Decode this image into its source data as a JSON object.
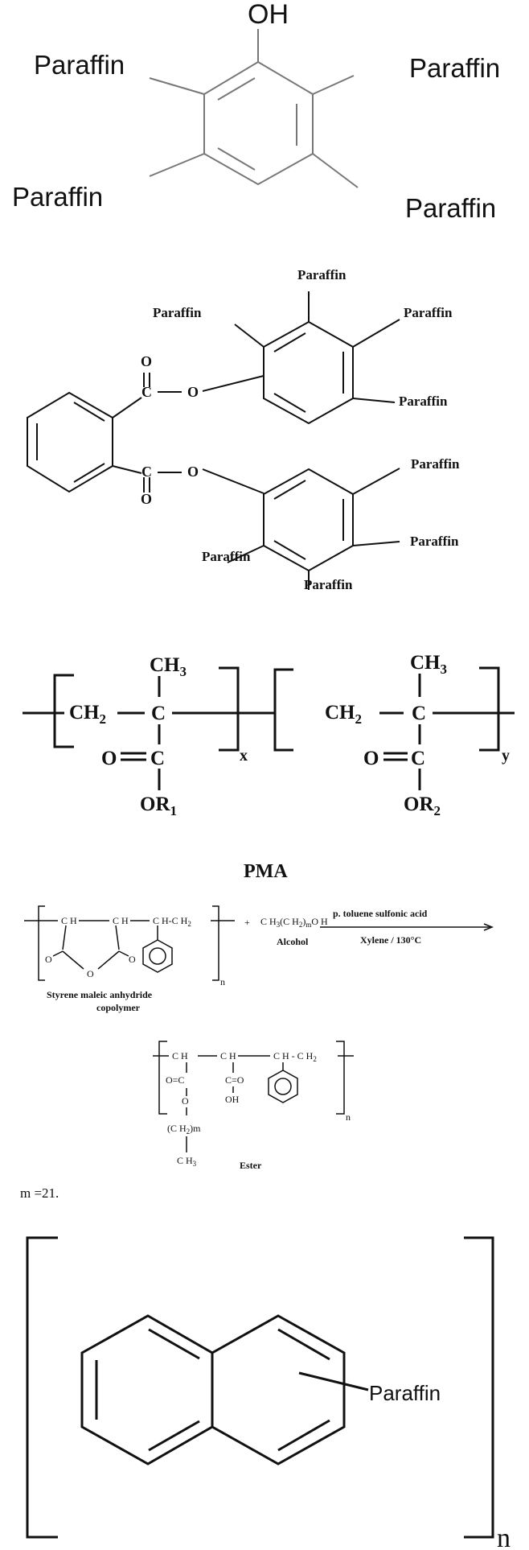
{
  "phenol": {
    "oh": "OH",
    "paraffin_top_left": "Paraffin",
    "paraffin_top_right": "Paraffin",
    "paraffin_bottom_left": "Paraffin",
    "paraffin_bottom_right": "Paraffin"
  },
  "phthalate": {
    "upper_ring": {
      "top": "Paraffin",
      "left": "Paraffin",
      "right": "Paraffin",
      "lower_right": "Paraffin"
    },
    "lower_ring": {
      "upper_right": "Paraffin",
      "right": "Paraffin",
      "left": "Paraffin",
      "bottom": "Paraffin"
    },
    "o_upper_carbonyl": "O",
    "c_upper": "C",
    "o_upper_ester": "O",
    "c_lower": "C",
    "o_lower_ester": "O",
    "o_lower_carbonyl": "O"
  },
  "pma": {
    "unit1": {
      "ch2": "CH",
      "ch2_sub": "2",
      "ch3": "CH",
      "ch3_sub": "3",
      "c_center": "C",
      "o_double": "O",
      "c_carbonyl": "C",
      "or": "OR",
      "or_sub": "1",
      "subscript": "x"
    },
    "unit2": {
      "ch2": "CH",
      "ch2_sub": "2",
      "ch3": "CH",
      "ch3_sub": "3",
      "c_center": "C",
      "o_double": "O",
      "c_carbonyl": "C",
      "or": "OR",
      "or_sub": "2",
      "subscript": "y"
    },
    "title": "PMA"
  },
  "sma_reaction": {
    "reactant_chain_ch1": "C H",
    "reactant_chain_ch2": "C H",
    "reactant_chain_ch3": "C H-C H",
    "reactant_chain_ch3_sub": "2",
    "anhydride_o": "O",
    "anhydride_co_left": "O",
    "anhydride_co_right": "O",
    "reactant_n": "n",
    "plus": "+",
    "alcohol_formula": "C H",
    "alcohol_formula_sub1": "3",
    "alcohol_formula_mid": "(C H",
    "alcohol_formula_sub2": "2",
    "alcohol_formula_paren": ")",
    "alcohol_formula_sub3": "m",
    "alcohol_formula_end": "O H",
    "alcohol_label": "Alcohol",
    "catalyst_label": "p. toluene sulfonic acid",
    "conditions_label": "Xylene /  130°C",
    "copolymer_label_line1": "Styrene maleic anhydride",
    "copolymer_label_line2": "copolymer",
    "product_ch1": "C H",
    "product_ch2": "C H",
    "product_ch3": "C H - C H",
    "product_ch3_sub": "2",
    "product_oc": "O=C",
    "product_co": "C=O",
    "product_o": "O",
    "product_oh": "OH",
    "product_n": "n",
    "product_chain": "(C H",
    "product_chain_sub": "2",
    "product_chain_end": ")m",
    "product_ch3_end": "C H",
    "product_ch3_end_sub": "3",
    "ester_label": "Ester",
    "m_value": "m =21."
  },
  "naphthalene": {
    "paraffin": "Paraffin",
    "n": "n"
  }
}
